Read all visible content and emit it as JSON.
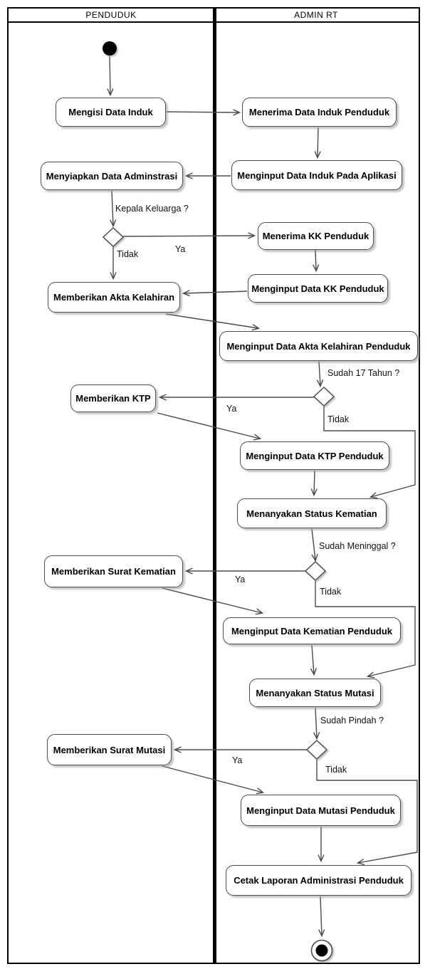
{
  "diagram": {
    "type": "uml-activity-swimlane-diagram"
  },
  "lanes": {
    "left": "PENDUDUK",
    "right": "ADMIN RT"
  },
  "nodes": {
    "mengisi_data_induk": "Mengisi Data Induk",
    "menerima_data_induk": "Menerima Data Induk Penduduk",
    "menginput_data_induk": "Menginput Data Induk Pada Aplikasi",
    "menyiapkan_data_adminstrasi": "Menyiapkan Data Adminstrasi",
    "menerima_kk": "Menerima KK Penduduk",
    "menginput_kk": "Menginput Data KK Penduduk",
    "memberikan_akta": "Memberikan Akta Kelahiran",
    "menginput_akta": "Menginput Data Akta Kelahiran Penduduk",
    "memberikan_ktp": "Memberikan KTP",
    "menginput_ktp": "Menginput Data KTP Penduduk",
    "menanyakan_kematian": "Menanyakan Status Kematian",
    "memberikan_surat_kematian": "Memberikan Surat Kematian",
    "menginput_kematian": "Menginput Data Kematian Penduduk",
    "menanyakan_mutasi": "Menanyakan Status Mutasi",
    "memberikan_surat_mutasi": "Memberikan Surat Mutasi",
    "menginput_mutasi": "Menginput Data Mutasi Penduduk",
    "cetak_laporan": "Cetak Laporan Administrasi Penduduk"
  },
  "guards": {
    "kepala_keluarga": "Kepala Keluarga ?",
    "sudah_17_tahun": "Sudah 17 Tahun ?",
    "sudah_meninggal": "Sudah Meninggal ?",
    "sudah_pindah": "Sudah Pindah ?"
  },
  "branch_labels": {
    "yes": "Ya",
    "no": "Tidak"
  },
  "colors": {
    "node_fill": "#ffffff",
    "node_border": "#4d4d4d",
    "edge": "#4a4a4a",
    "lane_border": "#000000",
    "start_end_fill": "#000000"
  }
}
